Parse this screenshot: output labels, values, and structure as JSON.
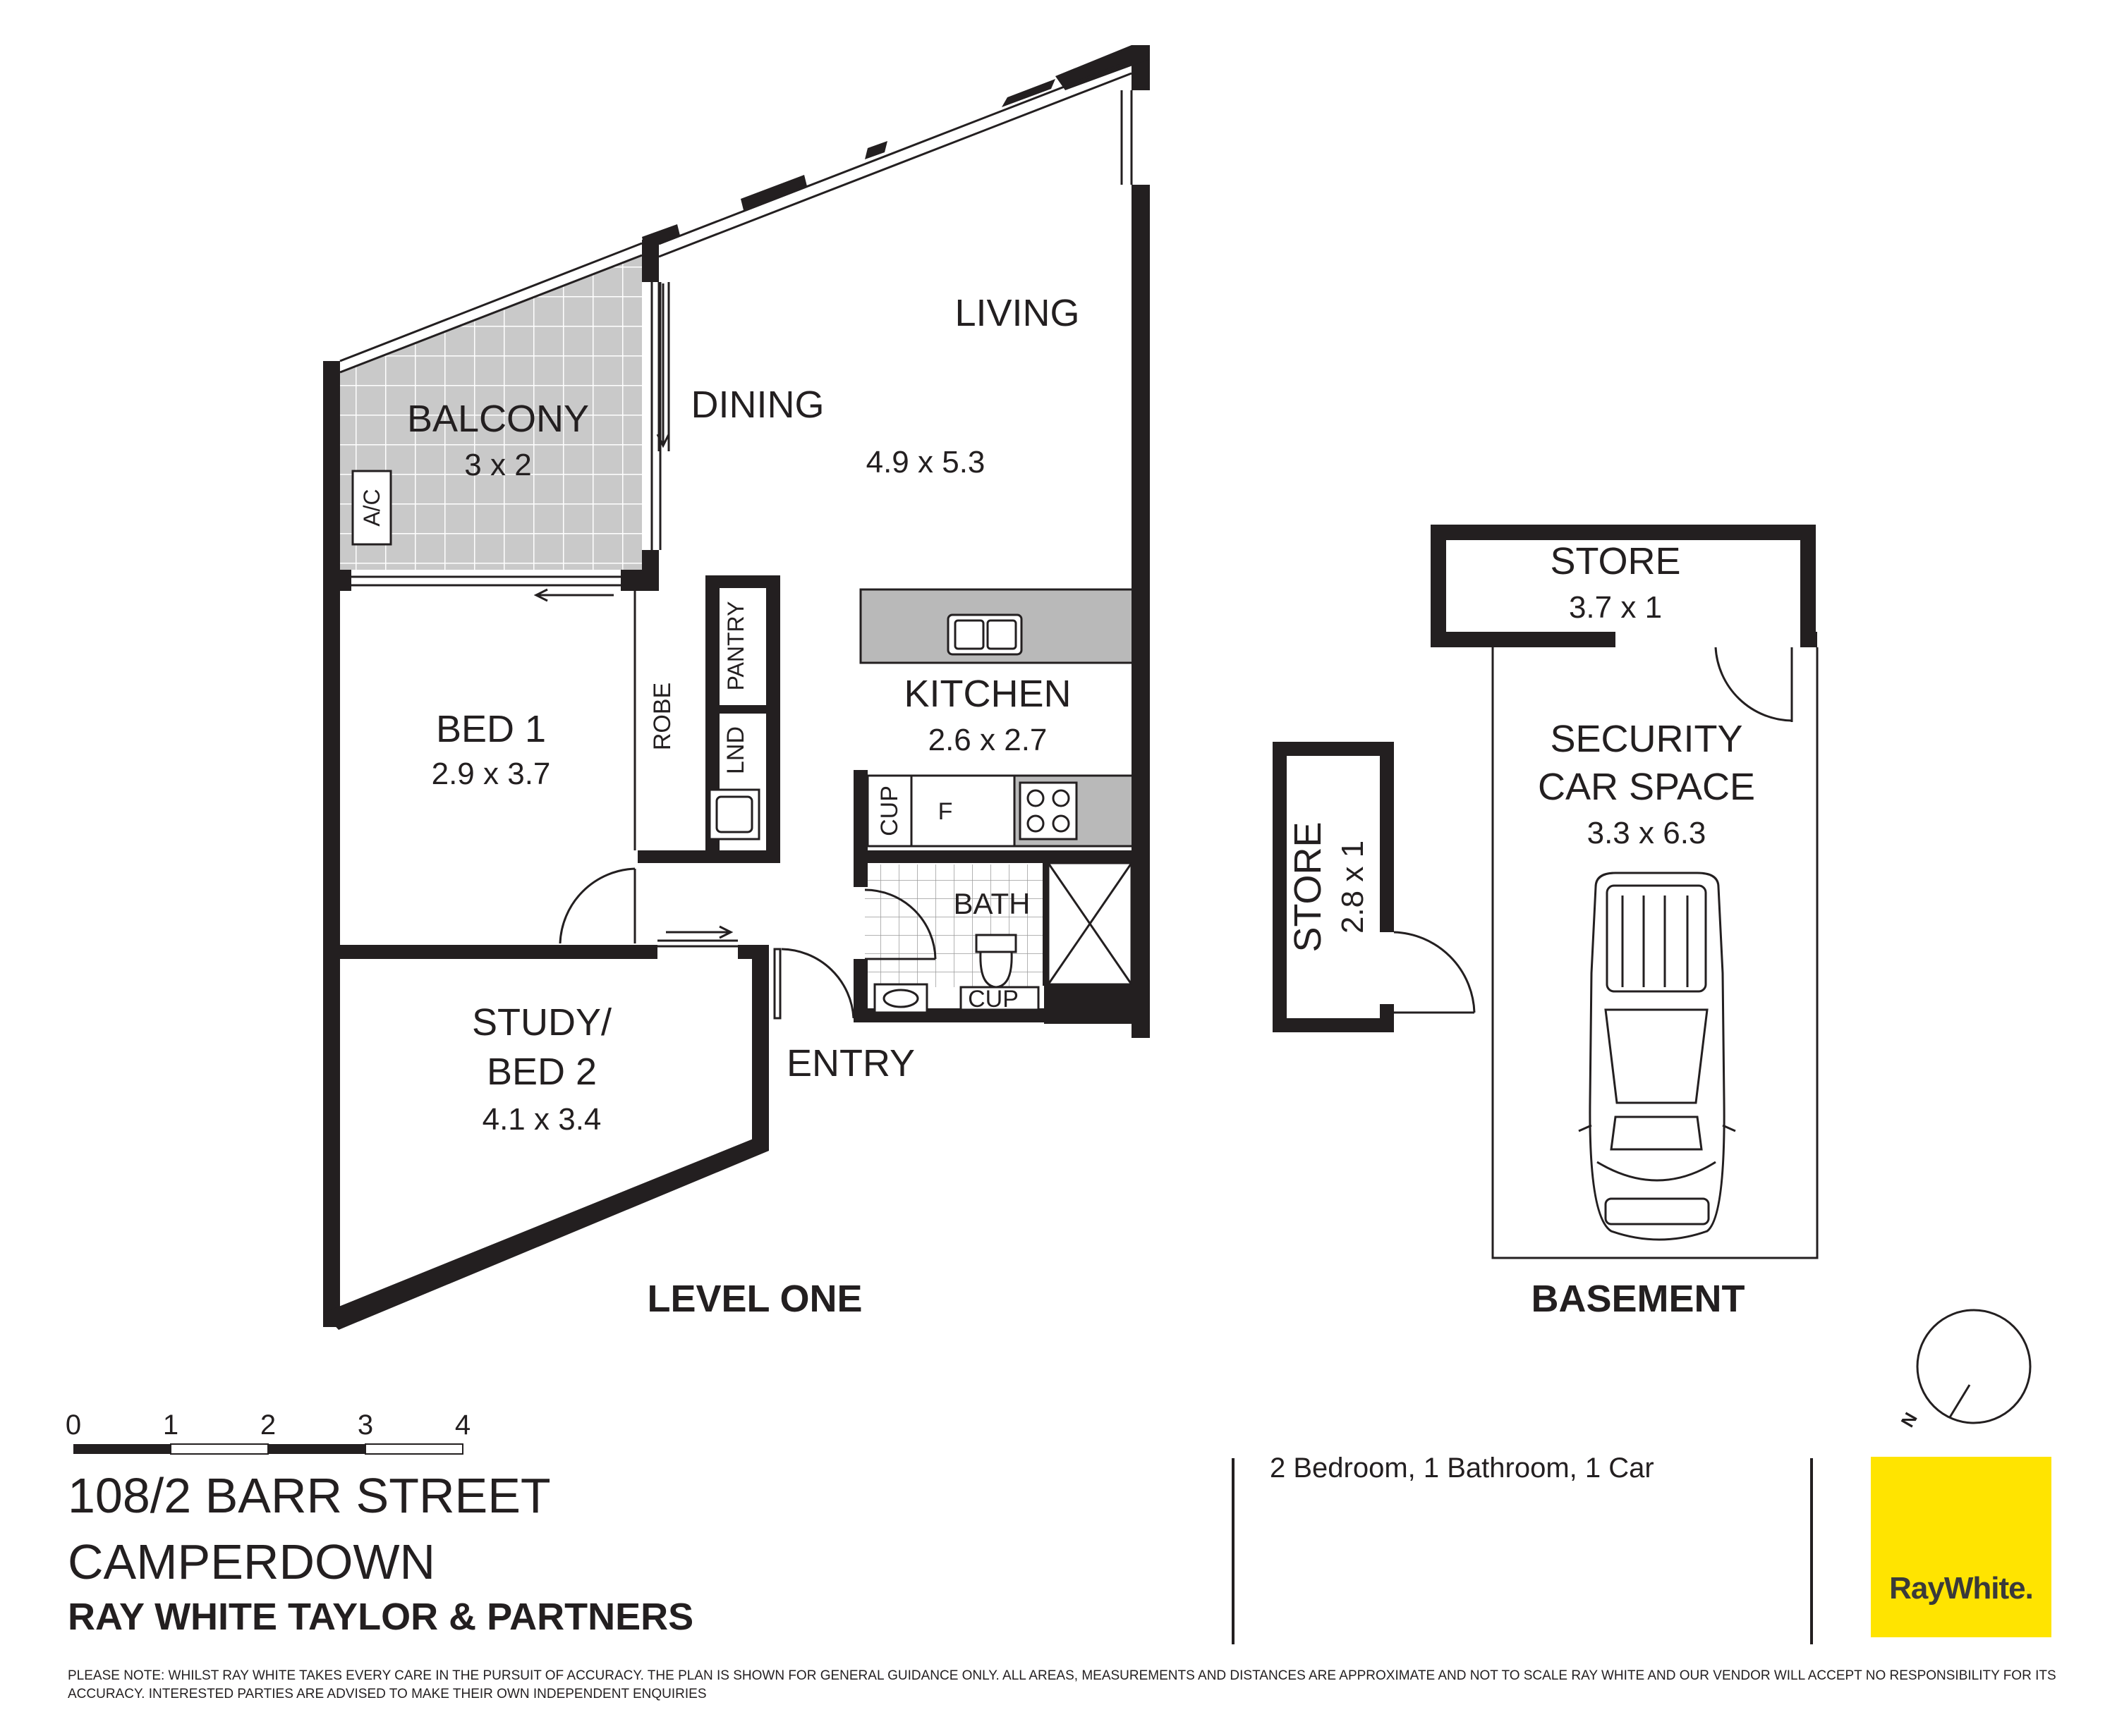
{
  "rooms": {
    "balcony": {
      "name": "BALCONY",
      "size": "3 x 2"
    },
    "ac": "A/C",
    "dining": "DINING",
    "living": {
      "name": "LIVING",
      "size": "4.9 x 5.3"
    },
    "bed1": {
      "name": "BED 1",
      "size": "2.9 x 3.7"
    },
    "robe": "ROBE",
    "pantry": "PANTRY",
    "lnd": "LND",
    "kitchen": {
      "name": "KITCHEN",
      "size": "2.6 x 2.7"
    },
    "cup_kitchen": "CUP",
    "fridge": "F",
    "bath": "BATH",
    "cup_bath": "CUP",
    "study": {
      "line1": "STUDY/",
      "line2": "BED 2",
      "size": "4.1 x 3.4"
    },
    "entry": "ENTRY",
    "store_small": {
      "name": "STORE",
      "size": "2.8 x 1"
    },
    "store_basement": {
      "name": "STORE",
      "size": "3.7 x 1"
    },
    "car_space": {
      "line1": "SECURITY",
      "line2": "CAR SPACE",
      "size": "3.3 x 6.3"
    }
  },
  "levels": {
    "level_one": "LEVEL ONE",
    "basement": "BASEMENT"
  },
  "compass": {
    "north": "N"
  },
  "scale_bar": {
    "ticks": [
      "0",
      "1",
      "2",
      "3",
      "4"
    ]
  },
  "address": {
    "line1": "108/2 BARR STREET",
    "line2": "CAMPERDOWN"
  },
  "agency": "RAY WHITE TAYLOR & PARTNERS",
  "summary": "2 Bedroom, 1 Bathroom, 1 Car",
  "logo_text": "RayWhite.",
  "disclaimer": "PLEASE NOTE: WHILST RAY WHITE TAKES EVERY CARE IN THE PURSUIT OF ACCURACY. THE PLAN IS SHOWN FOR GENERAL GUIDANCE ONLY. ALL AREAS, MEASUREMENTS AND DISTANCES ARE APPROXIMATE AND NOT TO SCALE RAY WHITE AND OUR VENDOR WILL ACCEPT NO RESPONSIBILITY FOR ITS ACCURACY. INTERESTED PARTIES ARE ADVISED TO MAKE THEIR OWN INDEPENDENT ENQUIRIES",
  "colors": {
    "wall": "#231f20",
    "balcony_tile": "#c9c9c9",
    "kitchen_bench": "#b9b9b9",
    "logo_yellow": "#ffe400"
  }
}
